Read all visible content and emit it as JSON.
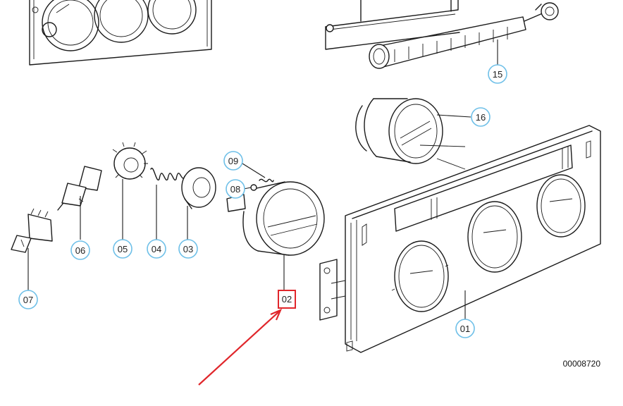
{
  "callouts": [
    {
      "id": "c01",
      "label": "01"
    },
    {
      "id": "c02",
      "label": "02"
    },
    {
      "id": "c03",
      "label": "03"
    },
    {
      "id": "c04",
      "label": "04"
    },
    {
      "id": "c05",
      "label": "05"
    },
    {
      "id": "c06",
      "label": "06"
    },
    {
      "id": "c07",
      "label": "07"
    },
    {
      "id": "c08",
      "label": "08"
    },
    {
      "id": "c09",
      "label": "09"
    },
    {
      "id": "c15",
      "label": "15"
    },
    {
      "id": "c16",
      "label": "16"
    }
  ],
  "highlight": {
    "label": "02",
    "color": "#e0262b"
  },
  "colors": {
    "callout_ring": "#6fc0e8",
    "line": "#1a1a1a",
    "highlight": "#e0262b"
  },
  "document_number": "00008720"
}
